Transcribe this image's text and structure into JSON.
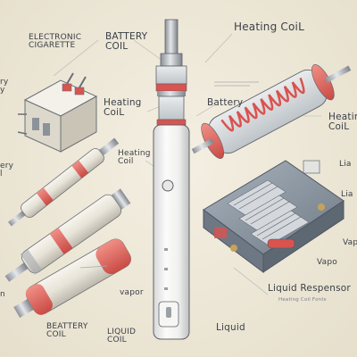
{
  "labels": {
    "electronic_cigarette_line1": "ELECTRONIC",
    "electronic_cigarette_line2": "CIGARETTE",
    "battery_coil_top_line1": "BATTERY",
    "battery_coil_top_line2": "COIL",
    "heating_coil_top": "Heating CoiL",
    "heating_coil_left_line1": "Heating",
    "heating_coil_left_line2": "CoiL",
    "battery_mid": "Battery",
    "heating_coil_right_line1": "Heating",
    "heating_coil_right_line2": "CoiL",
    "left_edge_top_line1": "ry",
    "left_edge_top_line2": "y",
    "left_edge_mid_line1": "ery",
    "left_edge_mid_line2": "l",
    "heating_coil_center_line1": "Heating",
    "heating_coil_center_line2": "Coil",
    "right_edge_lia": "Lia",
    "right_edge_lia2": "Lia",
    "right_edge_vap": "Vap",
    "vapo": "Vapo",
    "liquid_responsor": "Liquid Respensor",
    "liquid_responsor_sub": "Heating Coil Fonts",
    "vapor_small": "vapor",
    "left_edge_bottom": "n",
    "beattery_line1": "BEATTERY",
    "beattery_line2": "COIL",
    "liquid_coil_line1": "LIQUID",
    "liquid_coil_line2": "COIL",
    "liquid_bottom": "Liquid"
  },
  "colors": {
    "background": "#ece6d6",
    "ink": "#3a3f48",
    "red_band": "#d9534f",
    "metal": "#b7bcc4",
    "device_body": "#f3f3f1",
    "circuit_board": "#8f9aa6"
  }
}
